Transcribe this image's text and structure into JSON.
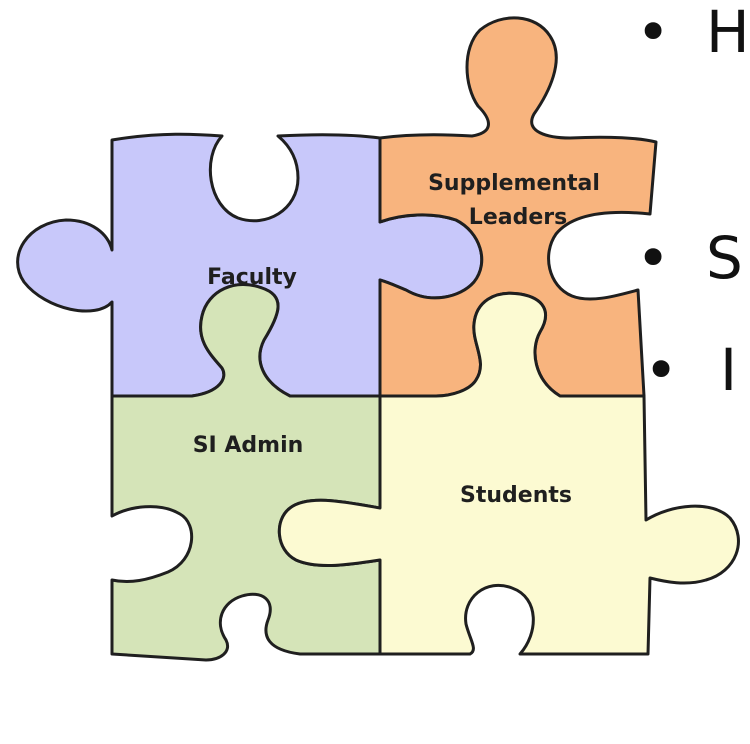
{
  "puzzle": {
    "pieces": [
      {
        "id": "faculty",
        "label": "Faculty",
        "color": "#c8c8fa"
      },
      {
        "id": "supplemental-leaders",
        "label_line1": "Supplemental",
        "label_line2": "Leaders",
        "color": "#f8b47e"
      },
      {
        "id": "si-admin",
        "label": "SI Admin",
        "color": "#d5e4b8"
      },
      {
        "id": "students",
        "label": "Students",
        "color": "#fcfad2"
      }
    ]
  },
  "side_bullets": [
    {
      "marker": "•",
      "text": "H"
    },
    {
      "marker": "•",
      "text": "S"
    },
    {
      "marker": "•",
      "text": "I"
    }
  ]
}
